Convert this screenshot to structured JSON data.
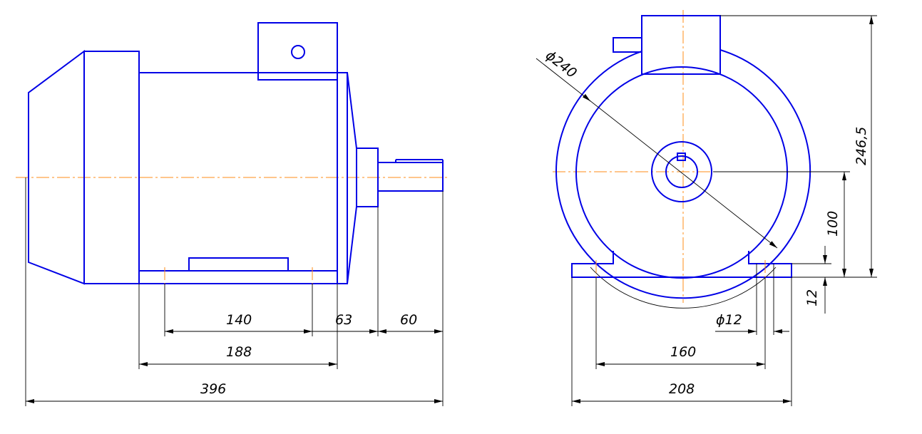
{
  "colors": {
    "outline": "#0000e6",
    "dimension": "#000000",
    "axis": "#ff8c1a",
    "background": "#ffffff"
  },
  "side_view": {
    "dims": {
      "foot_holes": "140",
      "flange": "63",
      "shaft": "60",
      "base": "188",
      "overall": "396"
    }
  },
  "front_view": {
    "dims": {
      "diameter": "ϕ240",
      "height": "246,5",
      "axis_height": "100",
      "foot_thickness": "12",
      "hole_diameter": "ϕ12",
      "hole_spacing": "160",
      "foot_width": "208"
    }
  }
}
